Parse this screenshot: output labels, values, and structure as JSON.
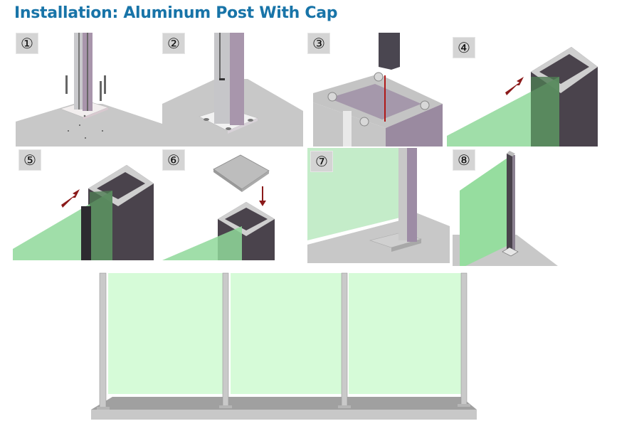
{
  "document": {
    "title": "Installation: Aluminum Post With Cap"
  },
  "steps": [
    {
      "number": "①",
      "illustration": "post-on-base-plate-with-screws"
    },
    {
      "number": "②",
      "illustration": "post-fixed-to-floor"
    },
    {
      "number": "③",
      "illustration": "insert-profile-into-post-channel"
    },
    {
      "number": "④",
      "illustration": "slide-glass-panel-into-post"
    },
    {
      "number": "⑤",
      "illustration": "insert-gasket-strip"
    },
    {
      "number": "⑥",
      "illustration": "place-cap-on-post"
    },
    {
      "number": "⑦",
      "illustration": "post-with-glass-panel-installed"
    },
    {
      "number": "⑧",
      "illustration": "single-panel-complete"
    }
  ],
  "final_view": {
    "illustration": "completed-glass-fence-three-panels",
    "panel_count": 3,
    "post_count": 4
  },
  "colors": {
    "title": "#1874a8",
    "label_bg": "#d4d4d4",
    "glass": "#d6fbd8",
    "glass_mid": "#8fd89a",
    "post_light": "#b9b9b9",
    "post_dark": "#4a434c",
    "post_violet": "#9a8aa0",
    "floor": "#c8c8c8",
    "arrow": "#8b1a1a"
  }
}
